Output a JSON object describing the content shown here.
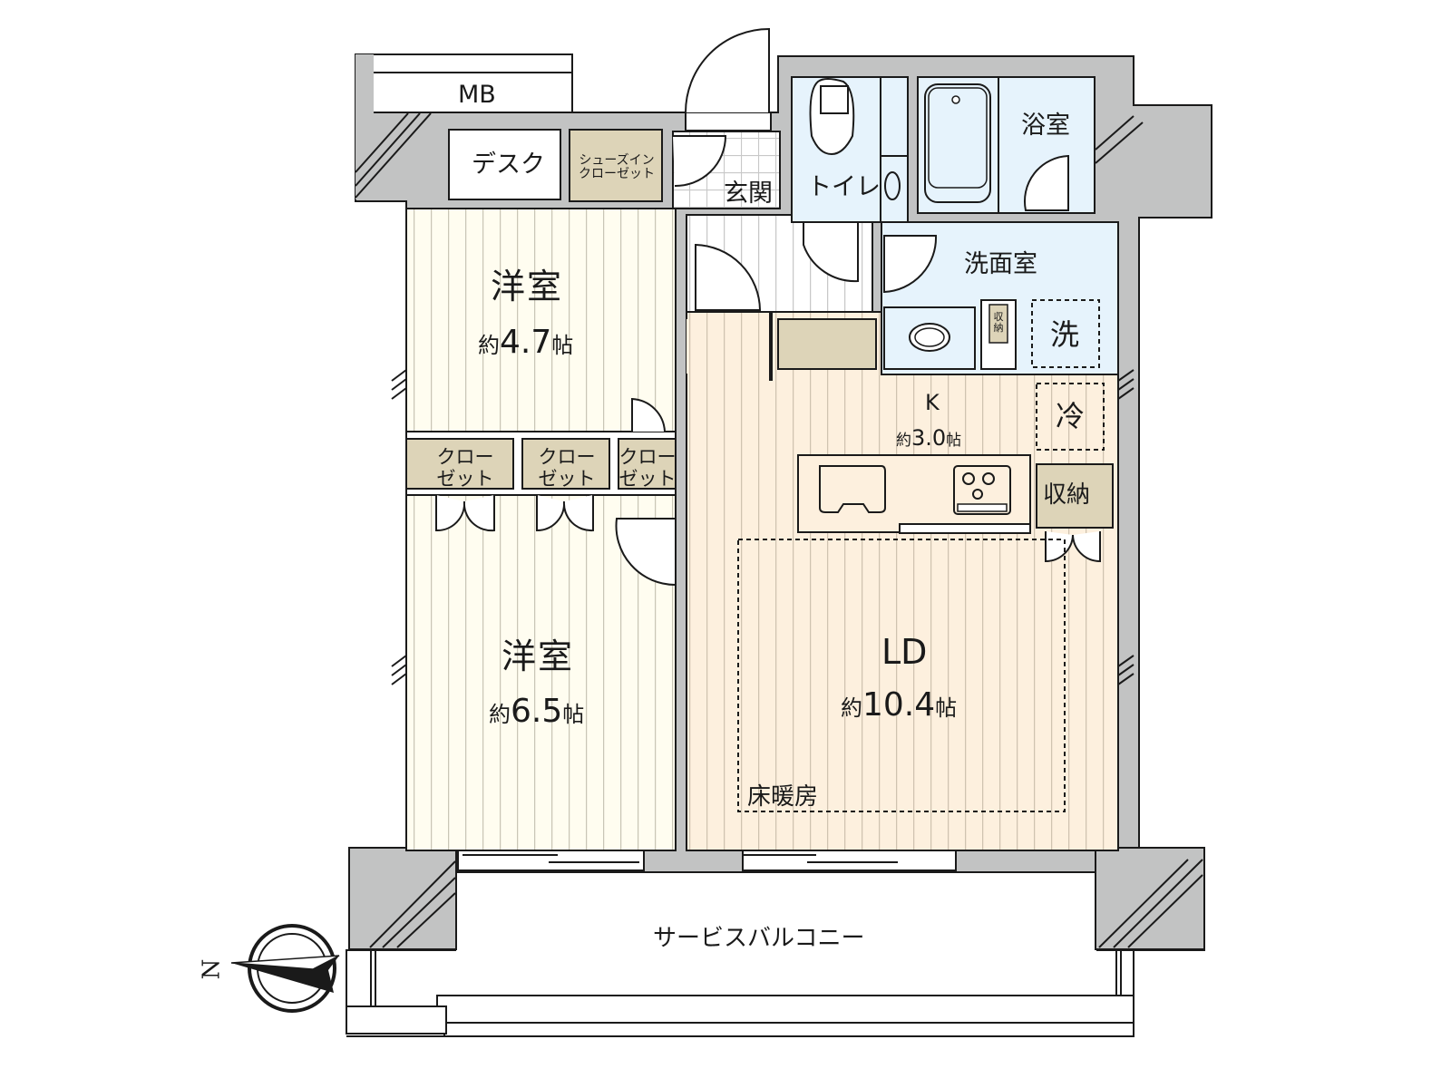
{
  "floorplan": {
    "colors": {
      "wall": "#c2c3c3",
      "western_room_floor": "#fffdf0",
      "ld_floor": "#fdf0de",
      "wet_area": "#e6f3fc",
      "storage": "#ddd4b8",
      "entrance_floor": "#ffffff",
      "outline": "#1a1a1a"
    },
    "rooms": {
      "mb": {
        "label": "MB"
      },
      "desk": {
        "label": "デスク"
      },
      "shoe_closet": {
        "line1": "シューズイン",
        "line2": "クローゼット"
      },
      "entrance": {
        "label": "玄関"
      },
      "toilet": {
        "label": "トイレ"
      },
      "bathroom": {
        "label": "浴室"
      },
      "washroom": {
        "label": "洗面室"
      },
      "washroom_storage": {
        "line1": "収",
        "line2": "納"
      },
      "washer": {
        "label": "洗"
      },
      "fridge": {
        "label": "冷"
      },
      "kitchen": {
        "label": "K",
        "prefix": "約",
        "size": "3.0",
        "unit": "帖"
      },
      "kitchen_storage": {
        "label": "収納"
      },
      "western_room_1": {
        "label": "洋室",
        "prefix": "約",
        "size": "4.7",
        "unit": "帖"
      },
      "western_room_2": {
        "label": "洋室",
        "prefix": "約",
        "size": "6.5",
        "unit": "帖"
      },
      "closets": [
        {
          "line1": "クロー",
          "line2": "ゼット"
        },
        {
          "line1": "クロー",
          "line2": "ゼット"
        },
        {
          "line1": "クロー",
          "line2": "ゼット"
        }
      ],
      "ld": {
        "label": "LD",
        "prefix": "約",
        "size": "10.4",
        "unit": "帖"
      },
      "floor_heating": {
        "label": "床暖房"
      },
      "balcony": {
        "label": "サービスバルコニー"
      }
    },
    "compass": {
      "label": "N",
      "icon": "north-arrow-icon"
    }
  }
}
